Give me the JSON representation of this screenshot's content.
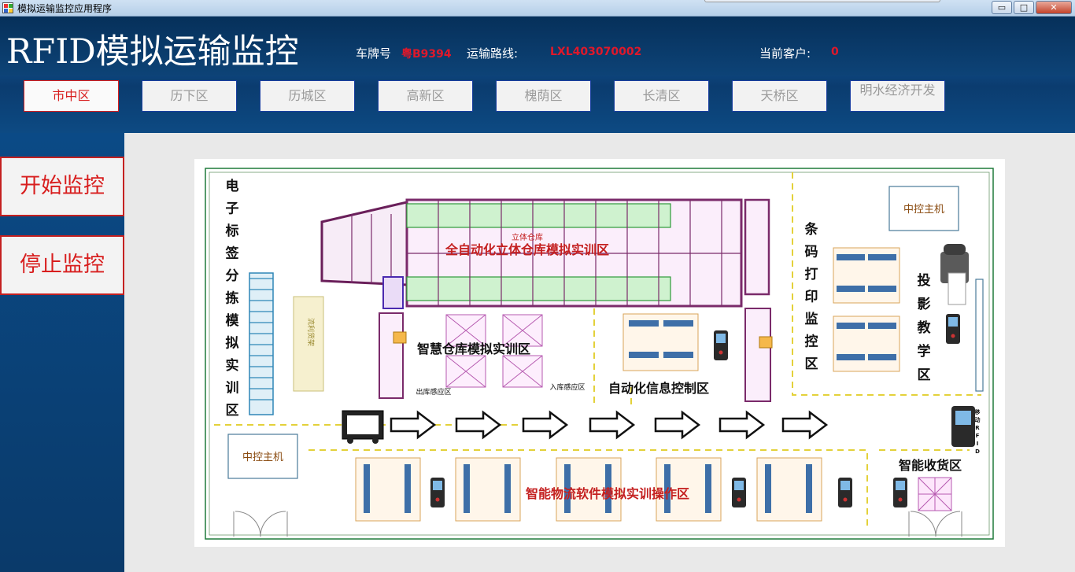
{
  "window": {
    "title": "模拟运输监控应用程序",
    "min_glyph": "▭",
    "max_glyph": "□",
    "close_glyph": "✕"
  },
  "header": {
    "app_title": "RFID模拟运输监控",
    "plate_label": "车牌号",
    "plate_value": "粤B9394",
    "route_label": "运输路线:",
    "route_value": "LXL403070002",
    "customer_label": "当前客户:",
    "customer_value": "0"
  },
  "districts": [
    {
      "label": "市中区",
      "active": true
    },
    {
      "label": "历下区",
      "active": false
    },
    {
      "label": "历城区",
      "active": false
    },
    {
      "label": "高新区",
      "active": false
    },
    {
      "label": "槐荫区",
      "active": false
    },
    {
      "label": "长清区",
      "active": false
    },
    {
      "label": "天桥区",
      "active": false
    },
    {
      "label": "明水经济开发",
      "active": false
    }
  ],
  "sidebar": {
    "start_label": "开始监控",
    "stop_label": "停止监控"
  },
  "floorplan": {
    "sorting_zone": [
      "电",
      "子",
      "标",
      "签",
      "分",
      "拣",
      "模",
      "拟",
      "实",
      "训",
      "区"
    ],
    "barcode_zone": [
      "条",
      "码",
      "打",
      "印",
      "监",
      "控",
      "区"
    ],
    "projection_zone": [
      "投",
      "影",
      "教",
      "学",
      "区"
    ],
    "warehouse_3d": "全自动化立体仓库模拟实训区",
    "warehouse_3d_sub": "立体仓库",
    "smart_warehouse": "智慧仓库模拟实训区",
    "info_control": "自动化信息控制区",
    "central_host_top": "中控主机",
    "central_host_bottom": "中控主机",
    "exit_sensor": "出库感应区",
    "entry_sensor": "入库感应区",
    "logistics_zone": "智能物流软件模拟实训操作区",
    "receiving_zone": "智能收货区",
    "conveyor_label": "流利货架",
    "mobile_rfid": [
      "移",
      "动",
      "R",
      "F",
      "I",
      "D"
    ]
  }
}
